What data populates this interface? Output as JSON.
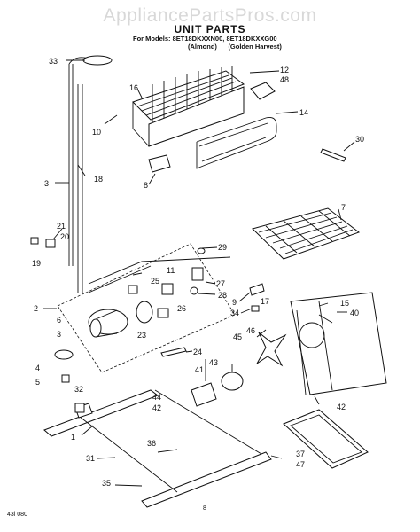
{
  "watermark": "AppliancePartsPros.com",
  "title": "UNIT PARTS",
  "models_line": "For Models: 8ET18DKXXN00, 8ET18DKXXG00",
  "colors": {
    "almond": "(Almond)",
    "golden": "(Golden Harvest)"
  },
  "footer_code": "43i 080",
  "page_number": "8",
  "callouts": [
    "33",
    "12",
    "48",
    "16",
    "14",
    "10",
    "30",
    "8",
    "3",
    "18",
    "7",
    "21",
    "20",
    "19",
    "29",
    "11",
    "25",
    "27",
    "28",
    "2",
    "26",
    "9",
    "17",
    "34",
    "15",
    "40",
    "23",
    "6",
    "3",
    "24",
    "45",
    "46",
    "4",
    "5",
    "41",
    "43",
    "32",
    "44",
    "42",
    "42",
    "36",
    "31",
    "37",
    "47",
    "35",
    "1"
  ]
}
